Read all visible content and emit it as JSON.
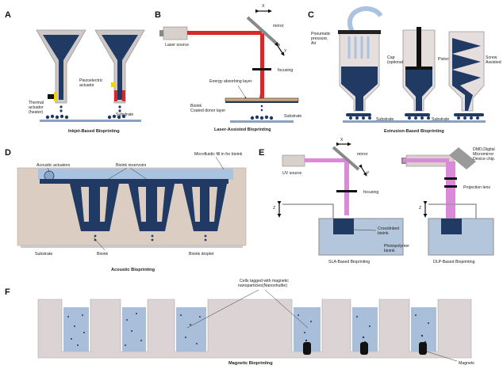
{
  "panels": {
    "A": {
      "letter": "A",
      "thermal_actuator_label": [
        "Thermal",
        "actuator",
        "(heater)"
      ],
      "piezo_actuator_label": [
        "Piezoelectric",
        "actuator"
      ],
      "substrate": "Substrate",
      "caption": "Inkjet-Based Bioprinting"
    },
    "B": {
      "letter": "B",
      "laser_source": "Laser source",
      "mirror": "mirror",
      "axis_x": "X",
      "axis_y": "Y",
      "focusing": "focusing",
      "energy_layer": "Energy absorbing layer",
      "bioink_label": [
        "Bioink",
        "Coated donor layer"
      ],
      "substrate": "Substrate",
      "caption": "Laser-Assisted Bioprinting"
    },
    "C": {
      "letter": "C",
      "pneumatic": [
        "Pneumatic",
        "pressure,",
        "Air"
      ],
      "cap": [
        "Cap",
        "(optional)"
      ],
      "piston": "Piston",
      "screw": [
        "Screw",
        "Assisted"
      ],
      "substrate_1": "Substrate",
      "substrate_2": "Substrate",
      "caption": "Extrusion-Based Bioprinting"
    },
    "D": {
      "letter": "D",
      "acoustic_actuators": "Acoustic actuators",
      "bioink_reservoirs": "Bioink reservoirs",
      "microfluidic": "Microfluidic fill in for bioink",
      "substrate": "Substrate",
      "bioink": "Bioink",
      "bioink_droplet": "Bioink droplet",
      "caption": "Acoustic Bioprinting"
    },
    "E": {
      "letter": "E",
      "uv_source": "UV source",
      "mirror": "mirror",
      "axis_x": "X",
      "axis_y": "Y",
      "focusing": "focusing",
      "axis_z_1": "Z",
      "axis_z_2": "Z",
      "dmd": [
        "DMD,Digital",
        "Micromirror",
        "Device chip."
      ],
      "projection_lens": "Projection lens",
      "crosslinked": [
        "Crosslinked",
        "bioink"
      ],
      "photopolymer": [
        "Photopolymer",
        "bioink"
      ],
      "caption_sla": "SLA-Based Bioprinting",
      "caption_dlp": "DLP-Based Bioprinting"
    },
    "F": {
      "letter": "F",
      "cells_label": [
        "Cells tagged with magnetic",
        "nanoparticles(Nanoshuttle)"
      ],
      "magnets": "Magnets",
      "caption": "Magnetic Bioprinting"
    }
  },
  "colors": {
    "navy": "#213a63",
    "laser_red": "#d8282a",
    "uv_violet": "#d98ad8",
    "well_blue": "#a9bfd9",
    "resin_blue": "#b3c6dc",
    "pink_bg": "#dccdc3",
    "gray_frame": "#b8b8b8",
    "yellow": "#f2d20f"
  }
}
